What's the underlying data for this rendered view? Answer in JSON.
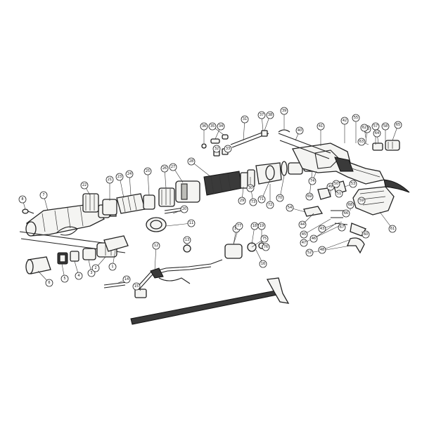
{
  "callouts": [
    {
      "id": "c6",
      "label": "6"
    },
    {
      "id": "c5",
      "label": "5"
    },
    {
      "id": "c4",
      "label": "4"
    },
    {
      "id": "c3",
      "label": "3"
    },
    {
      "id": "c2",
      "label": "2"
    },
    {
      "id": "c1",
      "label": "1"
    },
    {
      "id": "c8",
      "label": "8"
    },
    {
      "id": "c7",
      "label": "7"
    },
    {
      "id": "c11",
      "label": "11"
    },
    {
      "id": "c12",
      "label": "12"
    },
    {
      "id": "c13",
      "label": "13"
    },
    {
      "id": "c14",
      "label": "14"
    },
    {
      "id": "c15",
      "label": "15"
    },
    {
      "id": "c16",
      "label": "16"
    },
    {
      "id": "c17",
      "label": "17"
    },
    {
      "id": "c18",
      "label": "18"
    },
    {
      "id": "c19",
      "label": "19"
    },
    {
      "id": "c20",
      "label": "20"
    },
    {
      "id": "c21",
      "label": "21"
    },
    {
      "id": "c22",
      "label": "22"
    },
    {
      "id": "c23",
      "label": "23"
    },
    {
      "id": "c24",
      "label": "24"
    },
    {
      "id": "c25",
      "label": "25"
    },
    {
      "id": "c26",
      "label": "26"
    },
    {
      "id": "c27",
      "label": "27"
    },
    {
      "id": "c28",
      "label": "28"
    },
    {
      "id": "c29",
      "label": "29"
    },
    {
      "id": "c30",
      "label": "30"
    },
    {
      "id": "c31",
      "label": "31"
    },
    {
      "id": "c32",
      "label": "32"
    },
    {
      "id": "c33",
      "label": "33"
    },
    {
      "id": "c34",
      "label": "34"
    },
    {
      "id": "c35",
      "label": "35"
    },
    {
      "id": "c36",
      "label": "36"
    },
    {
      "id": "c37",
      "label": "37"
    },
    {
      "id": "c38",
      "label": "38"
    },
    {
      "id": "c39",
      "label": "39"
    },
    {
      "id": "c40",
      "label": "40"
    },
    {
      "id": "c41",
      "label": "41"
    },
    {
      "id": "c42",
      "label": "42"
    },
    {
      "id": "c43",
      "label": "43"
    },
    {
      "id": "c44",
      "label": "44"
    },
    {
      "id": "c45",
      "label": "45"
    },
    {
      "id": "c46",
      "label": "46"
    },
    {
      "id": "c47",
      "label": "47"
    },
    {
      "id": "c48",
      "label": "48"
    },
    {
      "id": "c49",
      "label": "49"
    },
    {
      "id": "c50",
      "label": "50"
    },
    {
      "id": "c51",
      "label": "51"
    },
    {
      "id": "c52",
      "label": "52"
    },
    {
      "id": "c53",
      "label": "53"
    },
    {
      "id": "c54",
      "label": "54"
    },
    {
      "id": "c55",
      "label": "55"
    },
    {
      "id": "c56",
      "label": "56"
    },
    {
      "id": "c57",
      "label": "57"
    },
    {
      "id": "c58",
      "label": "58"
    },
    {
      "id": "c59",
      "label": "59"
    },
    {
      "id": "c60",
      "label": "60"
    },
    {
      "id": "c61",
      "label": "61"
    },
    {
      "id": "c62",
      "label": "62"
    },
    {
      "id": "c63",
      "label": "63"
    },
    {
      "id": "c64",
      "label": "64"
    },
    {
      "id": "c65",
      "label": "65"
    },
    {
      "id": "c66",
      "label": "66"
    },
    {
      "id": "c67",
      "label": "67"
    },
    {
      "id": "c68",
      "label": "68"
    },
    {
      "id": "c69",
      "label": "69"
    },
    {
      "id": "c70",
      "label": "70"
    },
    {
      "id": "c71",
      "label": "71"
    },
    {
      "id": "c72",
      "label": "72"
    },
    {
      "id": "c73",
      "label": "73"
    },
    {
      "id": "c74",
      "label": "74"
    },
    {
      "id": "c75",
      "label": "75"
    },
    {
      "id": "c76",
      "label": "76"
    },
    {
      "id": "c77",
      "label": "77"
    }
  ]
}
